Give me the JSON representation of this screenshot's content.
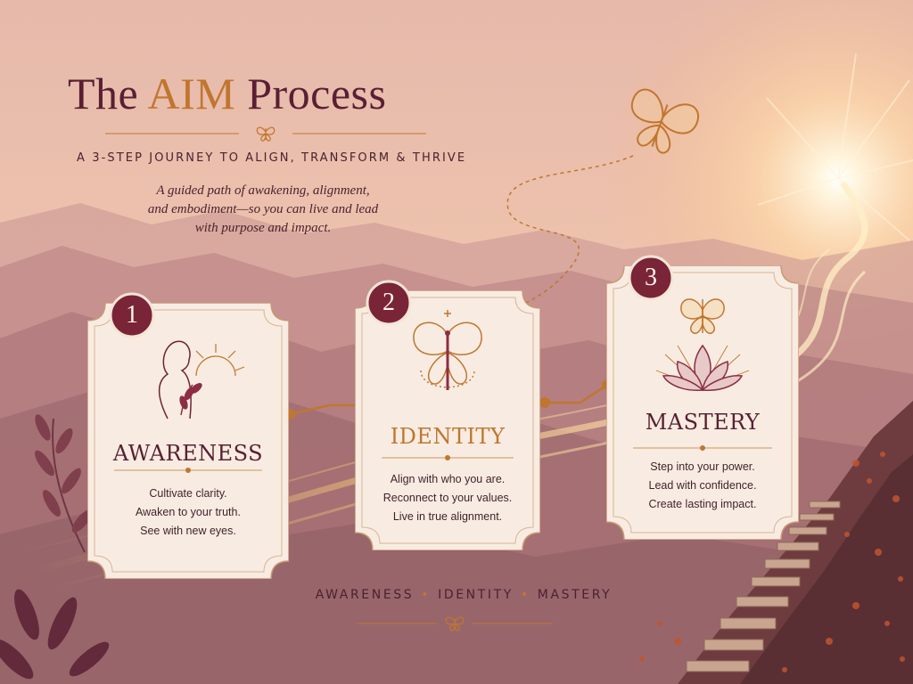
{
  "title": {
    "prefix": "The ",
    "accent": "AIM",
    "suffix": " Process"
  },
  "subtitle": "A 3-STEP JOURNEY TO ALIGN, TRANSFORM & THRIVE",
  "tagline": [
    "A guided path of awakening, alignment,",
    "and embodiment—so you can live and lead",
    "with purpose and impact."
  ],
  "steps": [
    {
      "number": "1",
      "title": "AWARENESS",
      "icon": "person-sun-icon",
      "lines": [
        "Cultivate clarity.",
        "Awaken to your truth.",
        "See with new eyes."
      ]
    },
    {
      "number": "2",
      "title": "IDENTITY",
      "icon": "butterfly-icon",
      "lines": [
        "Align with who you are.",
        "Reconnect to your values.",
        "Live in true alignment."
      ]
    },
    {
      "number": "3",
      "title": "MASTERY",
      "icon": "lotus-butterfly-icon",
      "lines": [
        "Step into your power.",
        "Lead with confidence.",
        "Create lasting impact."
      ]
    }
  ],
  "footer": {
    "steps": [
      "AWARENESS",
      "IDENTITY",
      "MASTERY"
    ],
    "separator": "•"
  },
  "colors": {
    "burgundy": "#6e2236",
    "gold": "#c0762f",
    "card_fill": "#f8ece2",
    "sky_top": "#e8b7a8",
    "sky_glow": "#fff1d8"
  }
}
